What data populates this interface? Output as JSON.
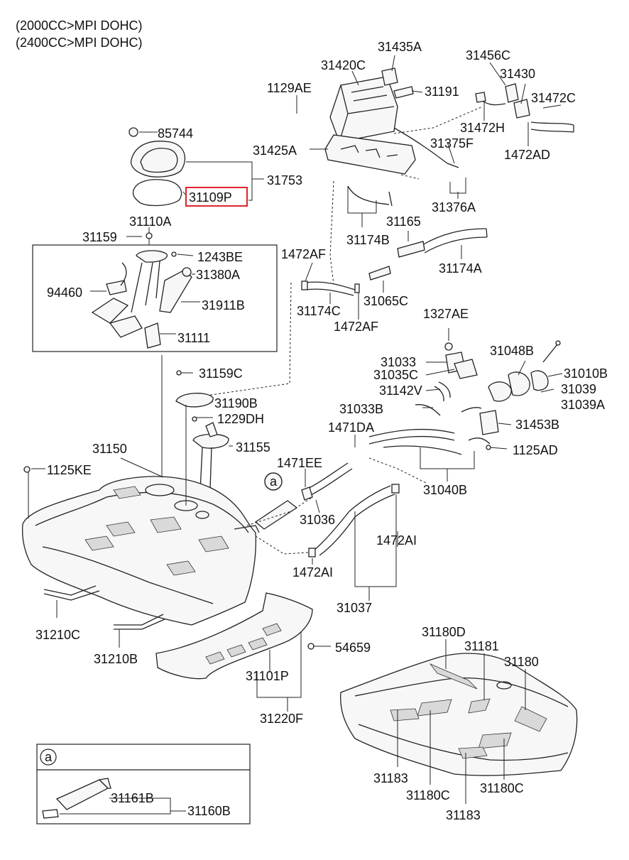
{
  "header": {
    "line1": "(2000CC>MPI DOHC)",
    "line2": "(2400CC>MPI DOHC)"
  },
  "highlight_color": "#e0232a",
  "labels": {
    "p31435A": "31435A",
    "p31420C": "31420C",
    "p31456C": "31456C",
    "p31430": "31430",
    "p1129AE": "1129AE",
    "p31191": "31191",
    "p31472C": "31472C",
    "p31472H": "31472H",
    "p85744": "85744",
    "p31375F": "31375F",
    "p1472AD": "1472AD",
    "p31425A": "31425A",
    "p31753": "31753",
    "p31109P": "31109P",
    "p31376A": "31376A",
    "p31110A": "31110A",
    "p31165": "31165",
    "p31159a": "31159",
    "p31174B": "31174B",
    "p1243BE": "1243BE",
    "p1472AF_a": "1472AF",
    "p31174A": "31174A",
    "p31380A": "31380A",
    "p94460": "94460",
    "p31065C": "31065C",
    "p31911B": "31911B",
    "p31174C": "31174C",
    "p1472AF_b": "1472AF",
    "p31111": "31111",
    "p1327AE": "1327AE",
    "p31048B": "31048B",
    "p31033a": "31033",
    "p31010B": "31010B",
    "p31159C": "31159C",
    "p31035C": "31035C",
    "p31039": "31039",
    "p31142V": "31142V",
    "p31039A": "31039A",
    "p31190B": "31190B",
    "p31033B": "31033B",
    "p1229DH": "1229DH",
    "p31453B": "31453B",
    "p1471DA": "1471DA",
    "p31150": "31150",
    "p31155": "31155",
    "p1125AD": "1125AD",
    "p1125KE": "1125KE",
    "p1471EE": "1471EE",
    "p31040B": "31040B",
    "callout_a": "a",
    "p31036": "31036",
    "p1472AI_a": "1472AI",
    "p1472AI_b": "1472AI",
    "p31037": "31037",
    "p31210C": "31210C",
    "p31180D": "31180D",
    "p31181": "31181",
    "p54659": "54659",
    "p31180": "31180",
    "p31210B": "31210B",
    "p31101P": "31101P",
    "p31220F": "31220F",
    "detail_a": "a",
    "p31183_a": "31183",
    "p31161B": "31161B",
    "p31160B": "31160B",
    "p31180C_a": "31180C",
    "p31180C_b": "31180C",
    "p31183_b": "31183"
  }
}
